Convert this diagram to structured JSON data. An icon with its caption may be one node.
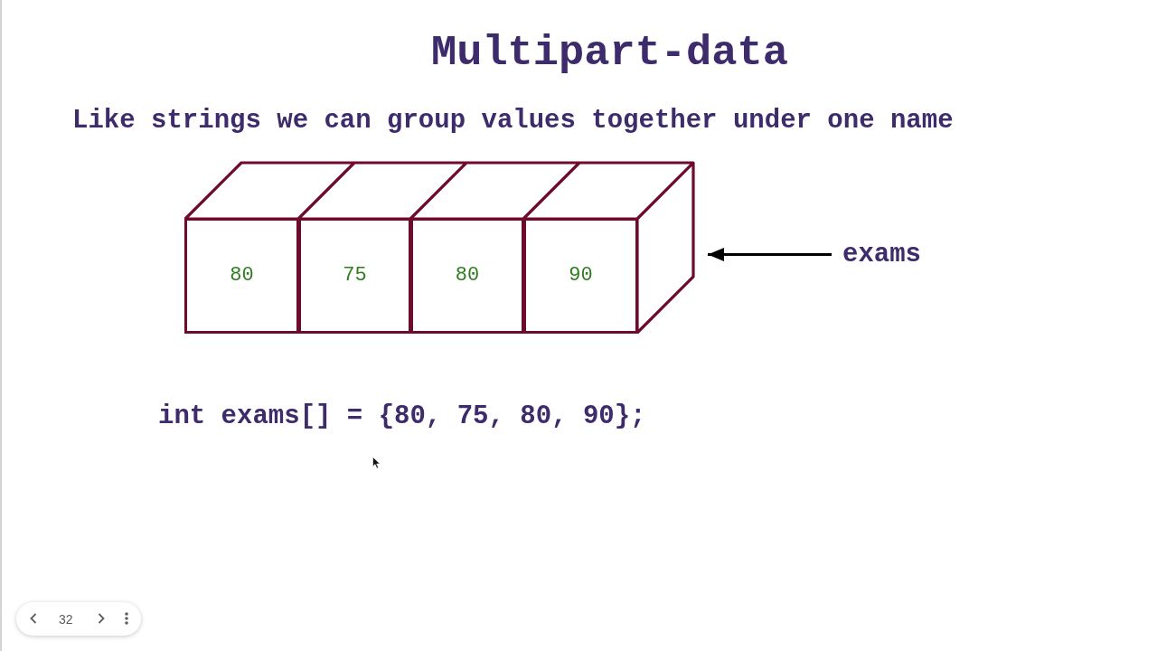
{
  "diagram": {
    "title": "Multipart-data",
    "nodes": [
      {
        "text": [],
        "shape": "box"
      },
      {
        "text": [
          "80"
        ],
        "in": 0
      },
      {
        "text": [
          "75"
        ],
        "in": 0
      },
      {
        "text": [
          "80"
        ],
        "in": 0
      },
      {
        "text": [
          "90"
        ],
        "in": 0
      },
      {
        "text": [
          "exams"
        ]
      }
    ],
    "edges": [
      {
        "from": 5,
        "to": 0,
        "arrow": "to"
      }
    ],
    "labels": [
      "Like strings we can group values together under one name",
      "int exams[] = {80, 75, 80, 90};",
      "32"
    ]
  }
}
